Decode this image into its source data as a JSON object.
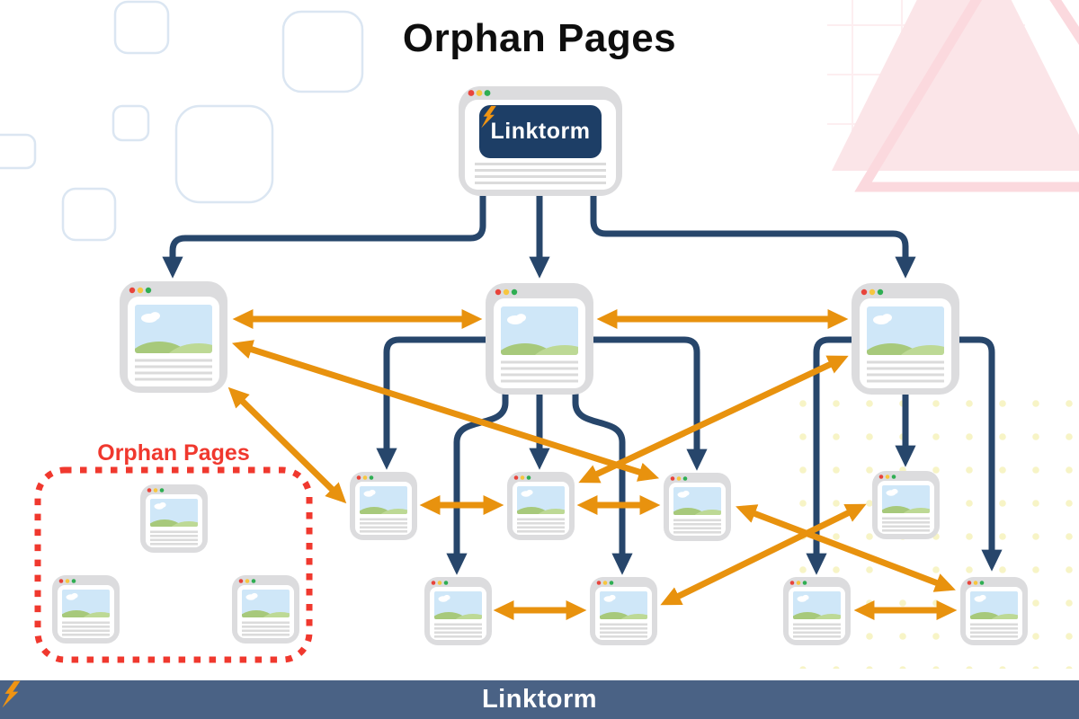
{
  "title": "Orphan Pages",
  "orphan_box": {
    "label": "Orphan Pages"
  },
  "logo": {
    "brand_prefix": "Link",
    "brand_suffix": "torm"
  },
  "colors": {
    "link_tree_navy": "#27466b",
    "cross_link_orange": "#e8920e",
    "orphan_red": "#f0382e",
    "logo_navy": "#1d3e66",
    "footer_navy": "#4a6285",
    "card_gray": "#dcdcde",
    "sky_blue": "#cfe7f8",
    "hill_green_back": "#a7c97b",
    "hill_green_front": "#bdd995",
    "traffic_red": "#e8443b",
    "traffic_yellow": "#f7c63f",
    "traffic_green": "#2fae53",
    "accent_pink": "#fbe5e8",
    "dot_yellow": "#f7f4c6"
  }
}
